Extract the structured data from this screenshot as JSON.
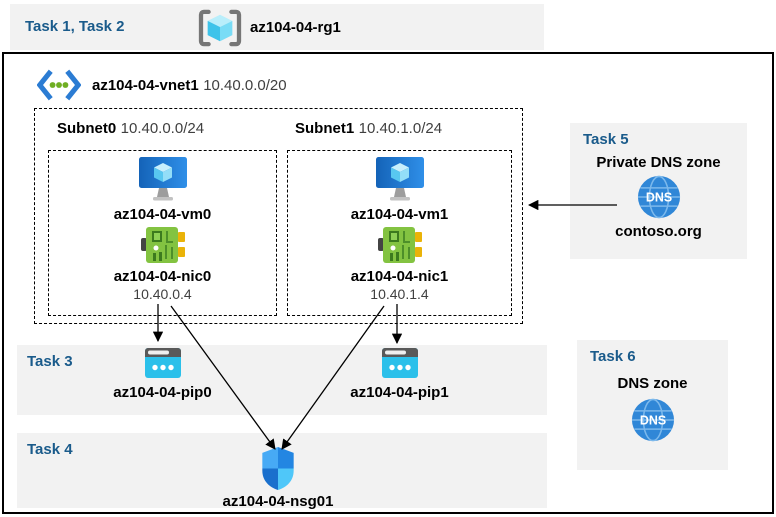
{
  "header": {
    "tasks_label": "Task 1, Task 2",
    "resource_group": "az104-04-rg1"
  },
  "vnet": {
    "name": "az104-04-vnet1",
    "cidr": "10.40.0.0/20"
  },
  "subnets": [
    {
      "name": "Subnet0",
      "cidr": "10.40.0.0/24",
      "vm_name": "az104-04-vm0",
      "nic_name": "az104-04-nic0",
      "nic_ip": "10.40.0.4"
    },
    {
      "name": "Subnet1",
      "cidr": "10.40.1.0/24",
      "vm_name": "az104-04-vm1",
      "nic_name": "az104-04-nic1",
      "nic_ip": "10.40.1.4"
    }
  ],
  "task3": {
    "label": "Task 3",
    "pip0": "az104-04-pip0",
    "pip1": "az104-04-pip1"
  },
  "task4": {
    "label": "Task 4",
    "nsg_name": "az104-04-nsg01"
  },
  "task5": {
    "label": "Task 5",
    "title": "Private DNS zone",
    "zone_name": "contoso.org",
    "dns_icon_label": "DNS"
  },
  "task6": {
    "label": "Task 6",
    "title": "DNS zone",
    "dns_icon_label": "DNS"
  },
  "icons": [
    "resource-group-icon",
    "vnet-icon",
    "vm-icon",
    "nic-icon",
    "public-ip-icon",
    "dns-globe-icon",
    "nsg-shield-icon"
  ],
  "colors": {
    "task_label_blue": "#1a5b8b",
    "panel_gray": "#f2f2f2",
    "muted_text": "#404040",
    "vm_blue": "#2a84dd",
    "nic_green": "#83c341",
    "pip_cyan": "#2bc0ea",
    "dns_blue": "#3087d7",
    "nsg_blue": "#2386e2",
    "border_black": "#000000"
  }
}
